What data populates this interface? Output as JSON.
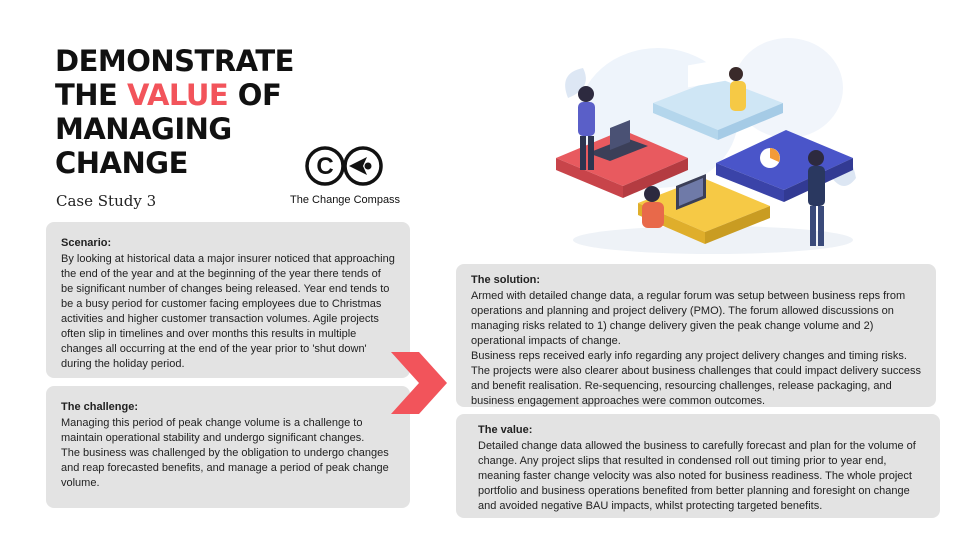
{
  "title": {
    "line1": "DEMONSTRATE",
    "line2_pre": "THE ",
    "line2_accent": "VALUE",
    "line2_post": " OF",
    "line3": "MANAGING",
    "line4": "CHANGE"
  },
  "subtitle": "Case Study 3",
  "logo": {
    "label": "The Change Compass",
    "icon": "change-compass-logo"
  },
  "colors": {
    "accent": "#f2545b",
    "card": "#e3e3e3",
    "text": "#222222"
  },
  "scenario": {
    "heading": "Scenario:",
    "body": "By looking at historical data a major insurer noticed that approaching the end of the year and at the beginning of the year there tends of be significant number of changes being released. Year end tends to be a busy period for customer facing employees due to Christmas activities and higher customer transaction volumes.  Agile projects often slip in timelines and over months this results in multiple changes all occurring at the end of the year prior to 'shut down' during the holiday period."
  },
  "challenge": {
    "heading": "The challenge:",
    "body1": "Managing this period of peak change volume is a challenge to maintain operational stability and undergo significant changes.",
    "body2": "The business was challenged by the obligation to undergo changes and reap forecasted benefits, and manage a period of peak change volume."
  },
  "solution": {
    "heading": "The solution:",
    "body1": "Armed with detailed change data, a regular forum was setup between business reps from operations and planning and project delivery (PMO).  The forum allowed discussions on managing risks related to 1) change delivery given the peak change volume and 2) operational impacts of change.",
    "body2": "Business reps received early info regarding any project delivery changes and timing risks. The projects were also clearer about business challenges that could impact delivery success and benefit realisation.  Re-sequencing, resourcing challenges, release packaging, and business engagement approaches were common outcomes."
  },
  "value": {
    "heading": "The value:",
    "body": "Detailed change data allowed the business to carefully forecast and plan for the volume of change.  Any project slips that resulted in condensed roll out timing prior to year end, meaning faster change velocity was also noted for business readiness.  The whole project portfolio and business operations benefited from better planning and foresight on change and avoided negative BAU impacts, whilst protecting targeted benefits."
  }
}
